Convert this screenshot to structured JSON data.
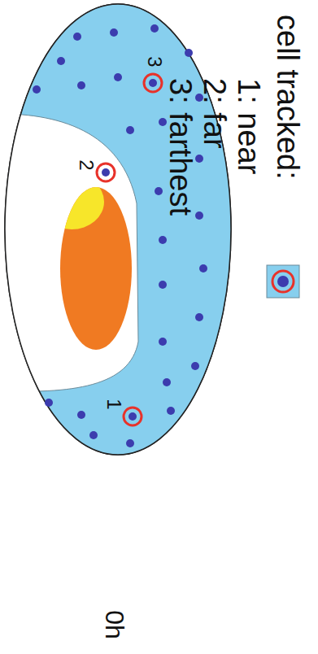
{
  "diagram": {
    "labels": [
      "1: near",
      "2: far",
      "3: farthest",
      "1",
      "2",
      "3",
      "0h"
    ],
    "legend": [
      {
        "text": "cell tracked:"
      }
    ]
  }
}
